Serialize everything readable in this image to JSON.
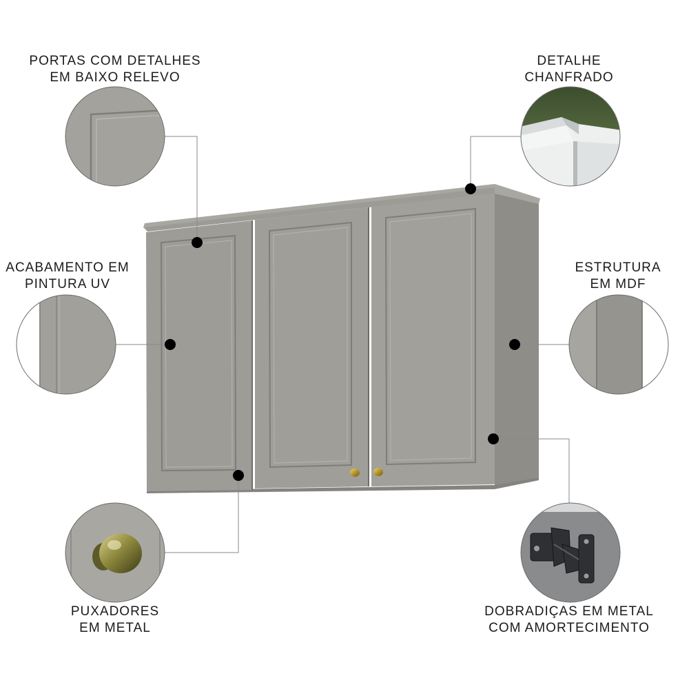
{
  "callouts": {
    "portas": {
      "line1": "PORTAS COM DETALHES",
      "line2": "EM BAIXO RELEVO"
    },
    "chanfrado": {
      "line1": "DETALHE",
      "line2": "CHANFRADO"
    },
    "acabamento": {
      "line1": "ACABAMENTO EM",
      "line2": "PINTURA UV"
    },
    "estrutura": {
      "line1": "ESTRUTURA",
      "line2": "EM MDF"
    },
    "puxadores": {
      "line1": "PUXADORES",
      "line2": "EM METAL"
    },
    "dobradicas": {
      "line1": "DOBRADIÇAS EM METAL",
      "line2": "COM AMORTECIMENTO"
    }
  },
  "colors": {
    "cabinet": "#9c9a94",
    "cabinet_side": "#8e8c86",
    "cabinet_top": "#a7a59f",
    "panel_line": "#7e7c77",
    "knob": "#c9a94a",
    "dot": "#000000",
    "leader": "#8a8a8a"
  }
}
